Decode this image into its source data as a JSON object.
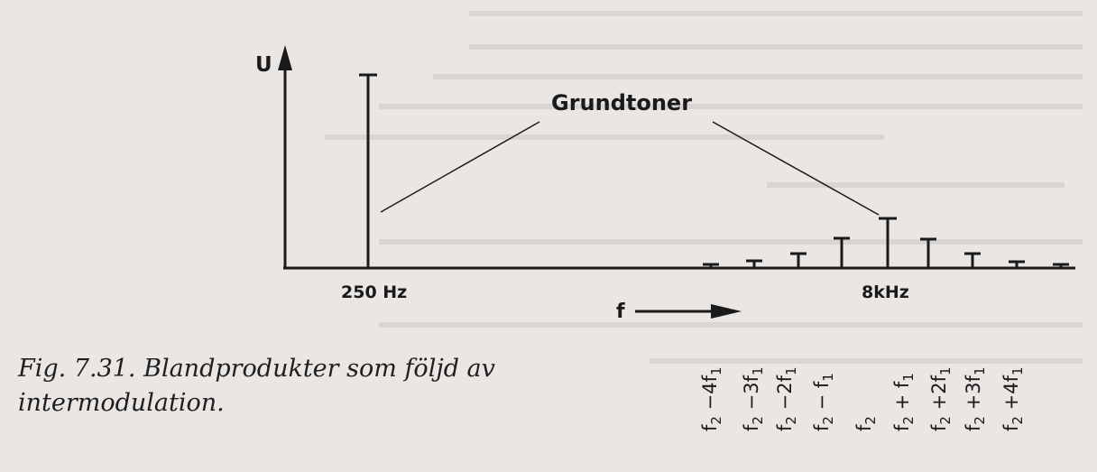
{
  "axes": {
    "y_label": "U",
    "x_label": "f"
  },
  "callout": {
    "label": "Grundtoner"
  },
  "freq_labels": {
    "low": "250 Hz",
    "high": "8kHz"
  },
  "product_labels": [
    {
      "base": "f",
      "sub": "2",
      "op": " −4f",
      "sub2": "1"
    },
    {
      "base": "f",
      "sub": "2",
      "op": " −3f",
      "sub2": "1"
    },
    {
      "base": "f",
      "sub": "2",
      "op": " −2f",
      "sub2": "1"
    },
    {
      "base": "f",
      "sub": "2",
      "op": " − f",
      "sub2": "1"
    },
    {
      "base": "f",
      "sub": "2",
      "op": "",
      "sub2": ""
    },
    {
      "base": "f",
      "sub": "2",
      "op": " + f",
      "sub2": "1"
    },
    {
      "base": "f",
      "sub": "2",
      "op": " +2f",
      "sub2": "1"
    },
    {
      "base": "f",
      "sub": "2",
      "op": " +3f",
      "sub2": "1"
    },
    {
      "base": "f",
      "sub": "2",
      "op": " +4f",
      "sub2": "1"
    }
  ],
  "caption": {
    "line1": "Fig. 7.31. Blandprodukter som följd av",
    "line2": "intermodulation."
  }
}
